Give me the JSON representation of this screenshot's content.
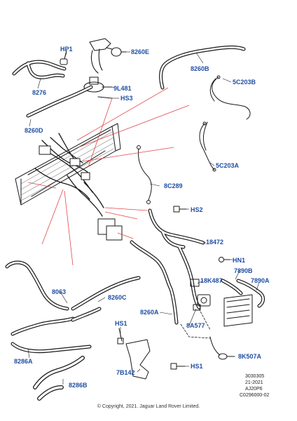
{
  "diagram": {
    "callouts": {
      "hp1": "HP1",
      "c8260e": "8260E",
      "c8276": "8276",
      "c9l481": "9L481",
      "hs3": "HS3",
      "c8260b": "8260B",
      "c5c203b": "5C203B",
      "c8260d": "8260D",
      "c5c203a": "5C203A",
      "c8c289": "8C289",
      "hs2": "HS2",
      "c18472": "18472",
      "hn1": "HN1",
      "c7890b": "7890B",
      "c18k487": "18K487",
      "c7890a": "7890A",
      "c8063": "8063",
      "c8260c": "8260C",
      "c8260a": "8260A",
      "c8a577": "8A577",
      "hs1_top": "HS1",
      "c8286a": "8286A",
      "c8k507a": "8K507A",
      "hs1_bottom": "HS1",
      "c7b142": "7B142",
      "c8286b": "8286B"
    },
    "reference": {
      "line1": "3030305",
      "line2": "21-2021",
      "line3": "AJ20P6",
      "line4": "C0296000-02"
    },
    "copyright": "© Copyright, 2021. Jaguar Land Rover Limited."
  },
  "colors": {
    "callout_text": "#1f4ea3",
    "line_art": "#1a1a1a",
    "leader_red": "#e04848",
    "background": "#ffffff"
  }
}
